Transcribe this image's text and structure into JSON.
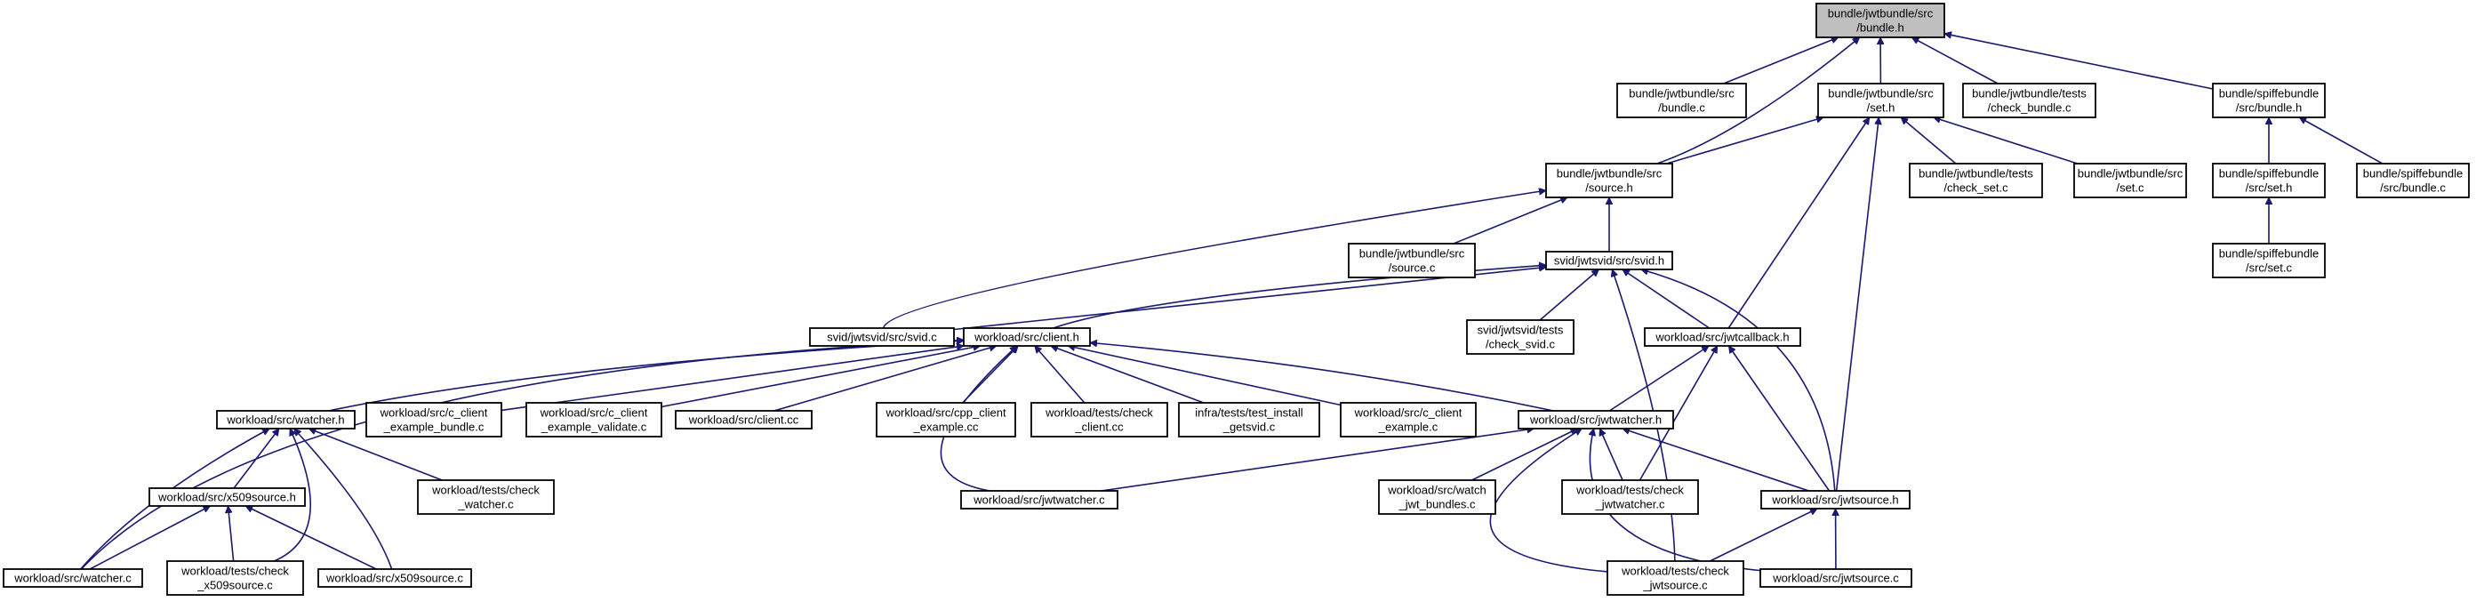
{
  "nodes": [
    {
      "id": "bundle_h",
      "lines": [
        "bundle/jwtbundle/src",
        "/bundle.h"
      ],
      "root": true
    },
    {
      "id": "bundle_c",
      "lines": [
        "bundle/jwtbundle/src",
        "/bundle.c"
      ]
    },
    {
      "id": "set_h",
      "lines": [
        "bundle/jwtbundle/src",
        "/set.h"
      ]
    },
    {
      "id": "check_bundle_c",
      "lines": [
        "bundle/jwtbundle/tests",
        "/check_bundle.c"
      ]
    },
    {
      "id": "spiffe_bundle_h",
      "lines": [
        "bundle/spiffebundle",
        "/src/bundle.h"
      ]
    },
    {
      "id": "source_h",
      "lines": [
        "bundle/jwtbundle/src",
        "/source.h"
      ]
    },
    {
      "id": "check_set_c",
      "lines": [
        "bundle/jwtbundle/tests",
        "/check_set.c"
      ]
    },
    {
      "id": "set_c",
      "lines": [
        "bundle/jwtbundle/src",
        "/set.c"
      ]
    },
    {
      "id": "spiffe_set_h",
      "lines": [
        "bundle/spiffebundle",
        "/src/set.h"
      ]
    },
    {
      "id": "spiffe_bundle_c",
      "lines": [
        "bundle/spiffebundle",
        "/src/bundle.c"
      ]
    },
    {
      "id": "source_c",
      "lines": [
        "bundle/jwtbundle/src",
        "/source.c"
      ]
    },
    {
      "id": "svid_h",
      "lines": [
        "svid/jwtsvid/src/svid.h"
      ]
    },
    {
      "id": "spiffe_set_c",
      "lines": [
        "bundle/spiffebundle",
        "/src/set.c"
      ]
    },
    {
      "id": "svid_c",
      "lines": [
        "svid/jwtsvid/src/svid.c"
      ]
    },
    {
      "id": "client_h",
      "lines": [
        "workload/src/client.h"
      ]
    },
    {
      "id": "check_svid_c",
      "lines": [
        "svid/jwtsvid/tests",
        "/check_svid.c"
      ]
    },
    {
      "id": "jwtcallback_h",
      "lines": [
        "workload/src/jwtcallback.h"
      ]
    },
    {
      "id": "watcher_h",
      "lines": [
        "workload/src/watcher.h"
      ]
    },
    {
      "id": "c_client_example_bundle_c",
      "lines": [
        "workload/src/c_client",
        "_example_bundle.c"
      ]
    },
    {
      "id": "c_client_example_validate_c",
      "lines": [
        "workload/src/c_client",
        "_example_validate.c"
      ]
    },
    {
      "id": "client_cc",
      "lines": [
        "workload/src/client.cc"
      ]
    },
    {
      "id": "cpp_client_example_cc",
      "lines": [
        "workload/src/cpp_client",
        "_example.cc"
      ]
    },
    {
      "id": "check_client_cc",
      "lines": [
        "workload/tests/check",
        "_client.cc"
      ]
    },
    {
      "id": "test_install_getsvid_c",
      "lines": [
        "infra/tests/test_install",
        "_getsvid.c"
      ]
    },
    {
      "id": "c_client_example_c",
      "lines": [
        "workload/src/c_client",
        "_example.c"
      ]
    },
    {
      "id": "jwtwatcher_h",
      "lines": [
        "workload/src/jwtwatcher.h"
      ]
    },
    {
      "id": "x509source_h",
      "lines": [
        "workload/src/x509source.h"
      ]
    },
    {
      "id": "check_watcher_c",
      "lines": [
        "workload/tests/check",
        "_watcher.c"
      ]
    },
    {
      "id": "jwtwatcher_c",
      "lines": [
        "workload/src/jwtwatcher.c"
      ]
    },
    {
      "id": "watch_jwt_bundles_c",
      "lines": [
        "workload/src/watch",
        "_jwt_bundles.c"
      ]
    },
    {
      "id": "check_jwtwatcher_c",
      "lines": [
        "workload/tests/check",
        "_jwtwatcher.c"
      ]
    },
    {
      "id": "jwtsource_h",
      "lines": [
        "workload/src/jwtsource.h"
      ]
    },
    {
      "id": "watcher_c",
      "lines": [
        "workload/src/watcher.c"
      ]
    },
    {
      "id": "check_x509source_c",
      "lines": [
        "workload/tests/check",
        "_x509source.c"
      ]
    },
    {
      "id": "x509source_c",
      "lines": [
        "workload/src/x509source.c"
      ]
    },
    {
      "id": "check_jwtsource_c",
      "lines": [
        "workload/tests/check",
        "_jwtsource.c"
      ]
    },
    {
      "id": "jwtsource_c",
      "lines": [
        "workload/src/jwtsource.c"
      ]
    }
  ],
  "edges": [
    [
      "bundle_c",
      "bundle_h"
    ],
    [
      "set_h",
      "bundle_h"
    ],
    [
      "check_bundle_c",
      "bundle_h"
    ],
    [
      "spiffe_bundle_h",
      "bundle_h"
    ],
    [
      "source_h",
      "bundle_h"
    ],
    [
      "source_h",
      "set_h"
    ],
    [
      "check_set_c",
      "set_h"
    ],
    [
      "set_c",
      "set_h"
    ],
    [
      "jwtcallback_h",
      "set_h"
    ],
    [
      "jwtsource_h",
      "set_h"
    ],
    [
      "spiffe_set_h",
      "spiffe_bundle_h"
    ],
    [
      "spiffe_bundle_c",
      "spiffe_bundle_h"
    ],
    [
      "spiffe_set_c",
      "spiffe_set_h"
    ],
    [
      "source_c",
      "source_h"
    ],
    [
      "svid_h",
      "source_h"
    ],
    [
      "svid_c",
      "source_h"
    ],
    [
      "svid_c",
      "svid_h"
    ],
    [
      "client_h",
      "svid_h"
    ],
    [
      "check_svid_c",
      "svid_h"
    ],
    [
      "jwtcallback_h",
      "svid_h"
    ],
    [
      "jwtsource_h",
      "svid_h"
    ],
    [
      "check_jwtsource_c",
      "svid_h"
    ],
    [
      "watcher_h",
      "client_h"
    ],
    [
      "c_client_example_bundle_c",
      "client_h"
    ],
    [
      "c_client_example_validate_c",
      "client_h"
    ],
    [
      "client_cc",
      "client_h"
    ],
    [
      "cpp_client_example_cc",
      "client_h"
    ],
    [
      "check_client_cc",
      "client_h"
    ],
    [
      "test_install_getsvid_c",
      "client_h"
    ],
    [
      "c_client_example_c",
      "client_h"
    ],
    [
      "jwtwatcher_h",
      "client_h"
    ],
    [
      "watcher_c",
      "client_h"
    ],
    [
      "jwtwatcher_c",
      "client_h"
    ],
    [
      "jwtwatcher_h",
      "jwtcallback_h"
    ],
    [
      "check_jwtwatcher_c",
      "jwtcallback_h"
    ],
    [
      "jwtsource_h",
      "jwtcallback_h"
    ],
    [
      "x509source_h",
      "watcher_h"
    ],
    [
      "check_watcher_c",
      "watcher_h"
    ],
    [
      "watcher_c",
      "watcher_h"
    ],
    [
      "check_x509source_c",
      "watcher_h"
    ],
    [
      "x509source_c",
      "watcher_h"
    ],
    [
      "jwtwatcher_c",
      "jwtwatcher_h"
    ],
    [
      "watch_jwt_bundles_c",
      "jwtwatcher_h"
    ],
    [
      "check_jwtwatcher_c",
      "jwtwatcher_h"
    ],
    [
      "jwtsource_h",
      "jwtwatcher_h"
    ],
    [
      "check_jwtsource_c",
      "jwtwatcher_h"
    ],
    [
      "jwtsource_c",
      "jwtwatcher_h"
    ],
    [
      "watcher_c",
      "x509source_h"
    ],
    [
      "check_x509source_c",
      "x509source_h"
    ],
    [
      "x509source_c",
      "x509source_h"
    ],
    [
      "check_jwtsource_c",
      "jwtsource_h"
    ],
    [
      "jwtsource_c",
      "jwtsource_h"
    ]
  ]
}
